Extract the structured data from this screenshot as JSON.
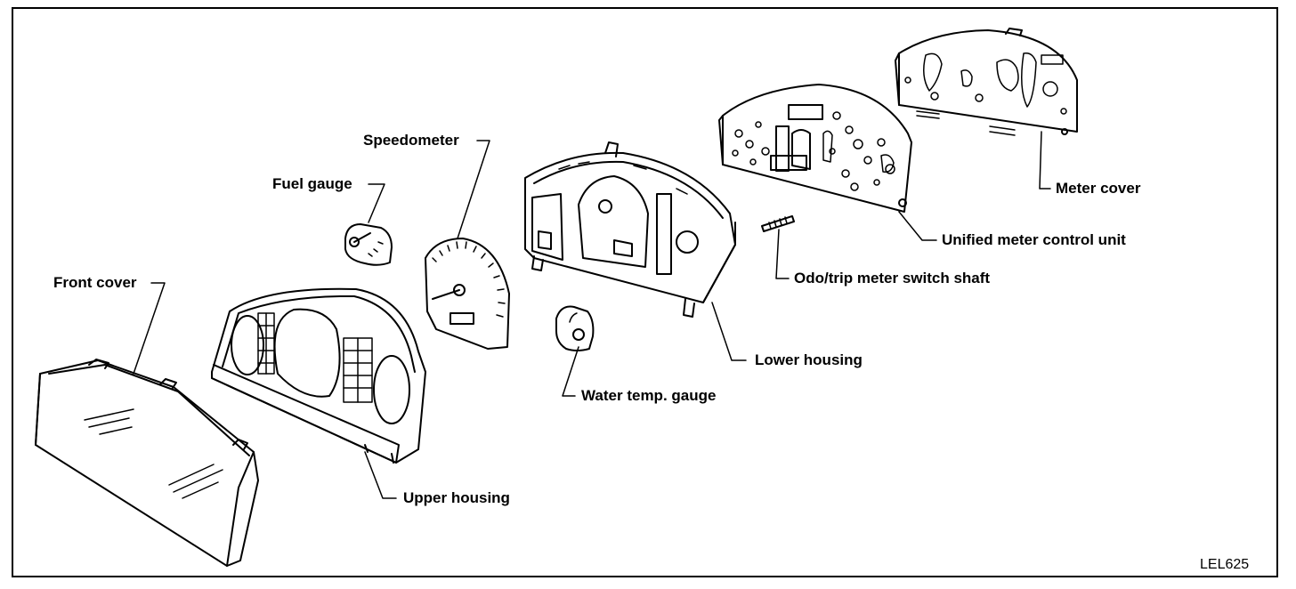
{
  "labels": {
    "speedometer": "Speedometer",
    "fuel_gauge": "Fuel gauge",
    "front_cover": "Front cover",
    "upper_housing": "Upper housing",
    "water_temp_gauge": "Water temp. gauge",
    "lower_housing": "Lower housing",
    "odo_trip_shaft": "Odo/trip meter switch shaft",
    "unified_meter_control_unit": "Unified meter control unit",
    "meter_cover": "Meter cover"
  },
  "figure_code": "LEL625"
}
